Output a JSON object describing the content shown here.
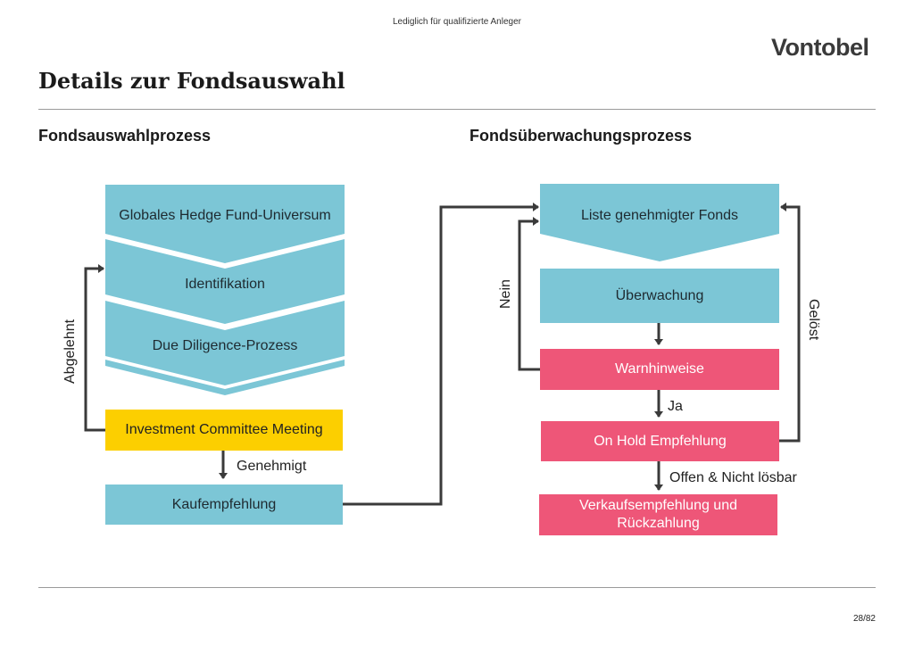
{
  "header": {
    "note": "Lediglich für qualifizierte Anleger",
    "logo": "Vontobel"
  },
  "page": {
    "title": "Details zur Fondsauswahl",
    "number": "28/82"
  },
  "left": {
    "title": "Fondsauswahlprozess",
    "steps": [
      "Globales Hedge Fund-Universum",
      "Identifikation",
      "Due Diligence-Prozess"
    ],
    "committee": "Investment Committee Meeting",
    "recommendation": "Kaufempfehlung",
    "rejected_label": "Abgelehnt",
    "approved_label": "Genehmigt"
  },
  "right": {
    "title": "Fondsüberwachungsprozess",
    "approved_list": "Liste genehmigter Fonds",
    "monitoring": "Überwachung",
    "warnings": "Warnhinweise",
    "on_hold": "On Hold Empfehlung",
    "sell": "Verkaufsempfehlung und Rückzahlung",
    "no_label": "Nein",
    "yes_label": "Ja",
    "resolved_label": "Gelöst",
    "open_label": "Offen & Nicht lösbar"
  },
  "colors": {
    "teal": "#7cc6d6",
    "pink": "#ee5678",
    "yellow": "#fccf00",
    "arrow": "#3a3a3a"
  }
}
